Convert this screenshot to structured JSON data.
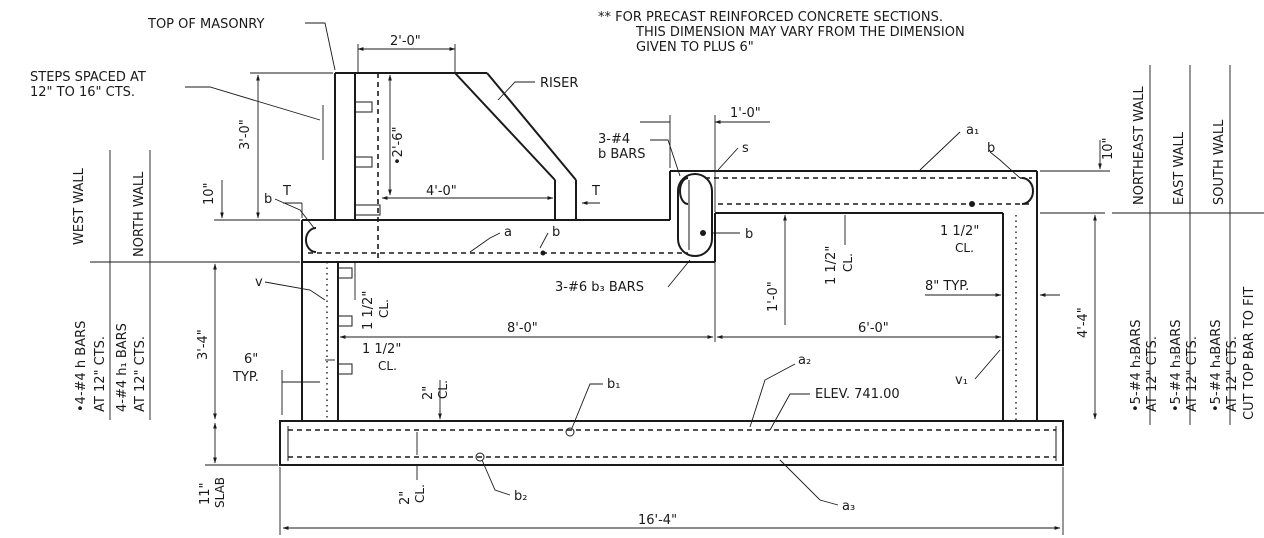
{
  "note": {
    "line1": "** FOR PRECAST REINFORCED CONCRETE SECTIONS.",
    "line2": "THIS DIMENSION MAY VARY FROM THE DIMENSION",
    "line3": "GIVEN TO PLUS 6\""
  },
  "labels": {
    "top_of_masonry": "TOP OF MASONRY",
    "steps_1": "STEPS SPACED AT",
    "steps_2": "12\" TO 16\" CTS.",
    "riser": "RISER",
    "bars_3_4_a": "3-#4",
    "bars_3_4_b": "b BARS",
    "s": "s",
    "a1": "a₁",
    "b_right": "b",
    "b_left": "b",
    "a": "a",
    "b_mid": "b",
    "b_well": "b",
    "bars_3_6": "3-#6 b₃ BARS",
    "v": "v",
    "v1": "v₁",
    "a2": "a₂",
    "elev": "ELEV. 741.00",
    "b1": "b₁",
    "b2": "b₂",
    "a3": "a₃",
    "T_left": "T",
    "T_right": "T"
  },
  "dimensions": {
    "d_2_0": "2'-0\"",
    "d_3_0": "3'-0\"",
    "d_2_6": "•2'-6\"",
    "d_4_0": "4'-0\"",
    "d_10_left": "10\"",
    "d_10_right": "10\"",
    "d_1_0_top": "1'-0\"",
    "d_1_12_v1": "1 1/2\"",
    "d_cl_v1": "CL.",
    "d_1_12_v2": "1 1/2\"",
    "d_cl_v2": "CL.",
    "d_1_12_h1": "1 1/2\"",
    "d_cl_h1": "CL.",
    "d_1_12_h2": "1 1/2\"",
    "d_cl_h2": "CL.",
    "d_1_0_v": "1'-0\"",
    "d_8_typ": "8\" TYP.",
    "d_4_4": "4'-4\"",
    "d_3_4": "3'-4\"",
    "d_8_0": "8'-0\"",
    "d_6_0": "6'-0\"",
    "d_6_typ_1": "6\"",
    "d_6_typ_2": "TYP.",
    "d_2_cl_1": "2\"",
    "d_cl_2": "CL.",
    "d_2_cl_b": "2\"",
    "d_cl_b": "CL.",
    "d_11": "11\"",
    "d_slab": "SLAB",
    "d_16_4": "16'-4\""
  },
  "walls": {
    "west": "WEST WALL",
    "north": "NORTH WALL",
    "west_bars_1": "•4-#4 h BARS",
    "west_bars_2": "AT 12\" CTS.",
    "north_bars_1": "4-#4 h₁ BARS",
    "north_bars_2": "AT 12\" CTS.",
    "northeast": "NORTHEAST WALL",
    "east": "EAST WALL",
    "south": "SOUTH WALL",
    "ne_bars_1": "•5-#4 h₂BARS",
    "ne_bars_2": "AT 12\" CTS.",
    "e_bars_1": "•5-#4 h₃BARS",
    "e_bars_2": "AT 12\" CTS.",
    "s_bars_1": "•5-#4 h₄BARS",
    "s_bars_2": "AT 12\" CTS.",
    "s_bars_3": "CUT TOP BAR TO FIT"
  }
}
